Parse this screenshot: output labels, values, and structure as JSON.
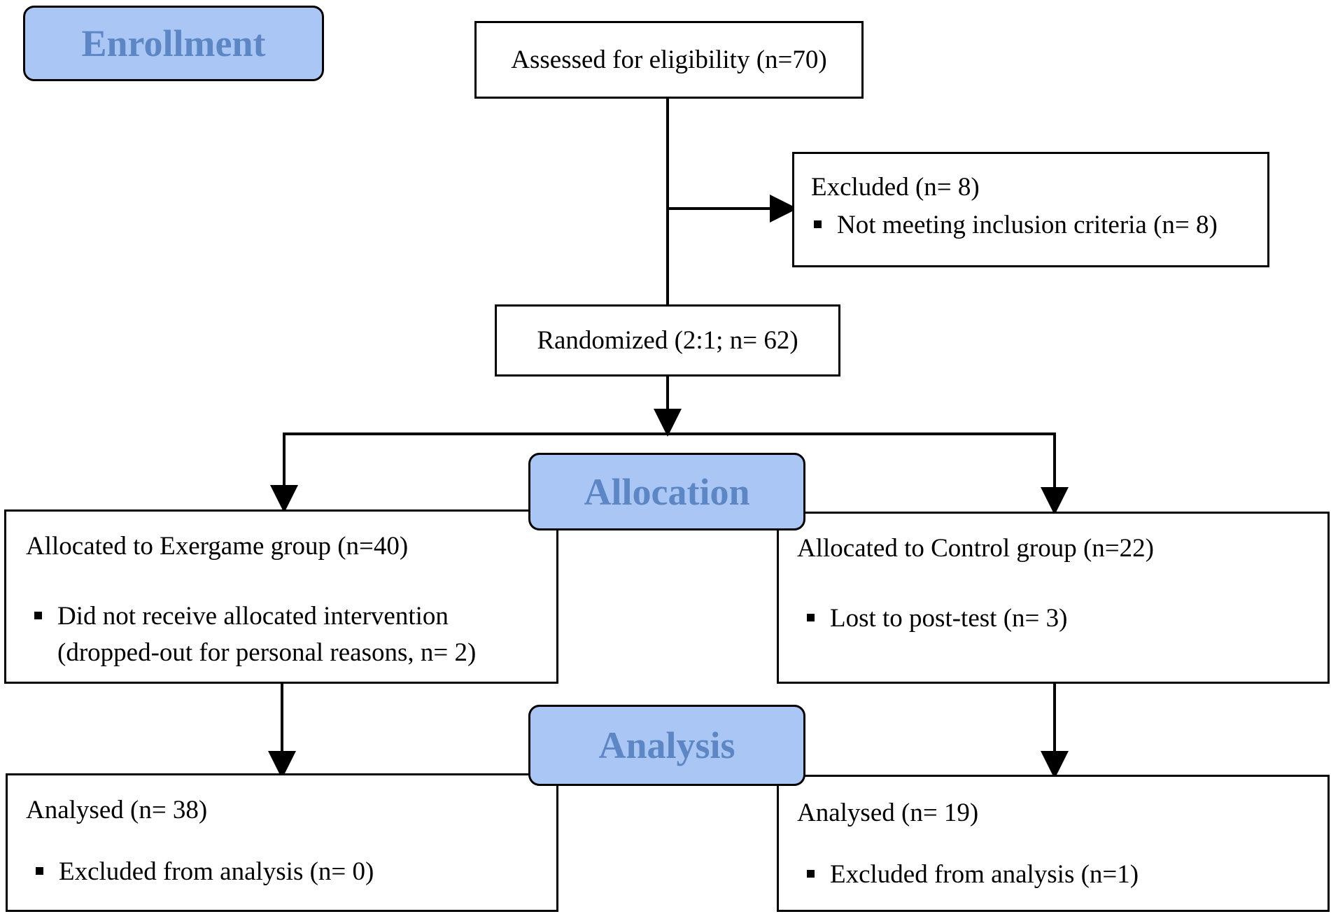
{
  "stages": {
    "enrollment": "Enrollment",
    "allocation": "Allocation",
    "analysis": "Analysis"
  },
  "assessed": "Assessed for eligibility (n=70)",
  "excluded": {
    "title": "Excluded (n= 8)",
    "items": [
      "Not meeting inclusion criteria (n= 8)"
    ]
  },
  "randomized": "Randomized (2:1; n= 62)",
  "exergame_allocation": {
    "title": "Allocated to Exergame group (n=40)",
    "items": [
      "Did not receive allocated intervention",
      "(dropped-out for personal reasons, n= 2)"
    ]
  },
  "control_allocation": {
    "title": "Allocated to Control group (n=22)",
    "items": [
      "Lost to post-test (n= 3)"
    ]
  },
  "exergame_analysis": {
    "title": "Analysed (n= 38)",
    "items": [
      "Excluded from analysis (n= 0)"
    ]
  },
  "control_analysis": {
    "title": "Analysed (n= 19)",
    "items": [
      "Excluded from analysis (n=1)"
    ]
  },
  "colors": {
    "stage_fill": "#a9c6f5",
    "stage_text": "#5c86c4",
    "line": "#000000"
  }
}
